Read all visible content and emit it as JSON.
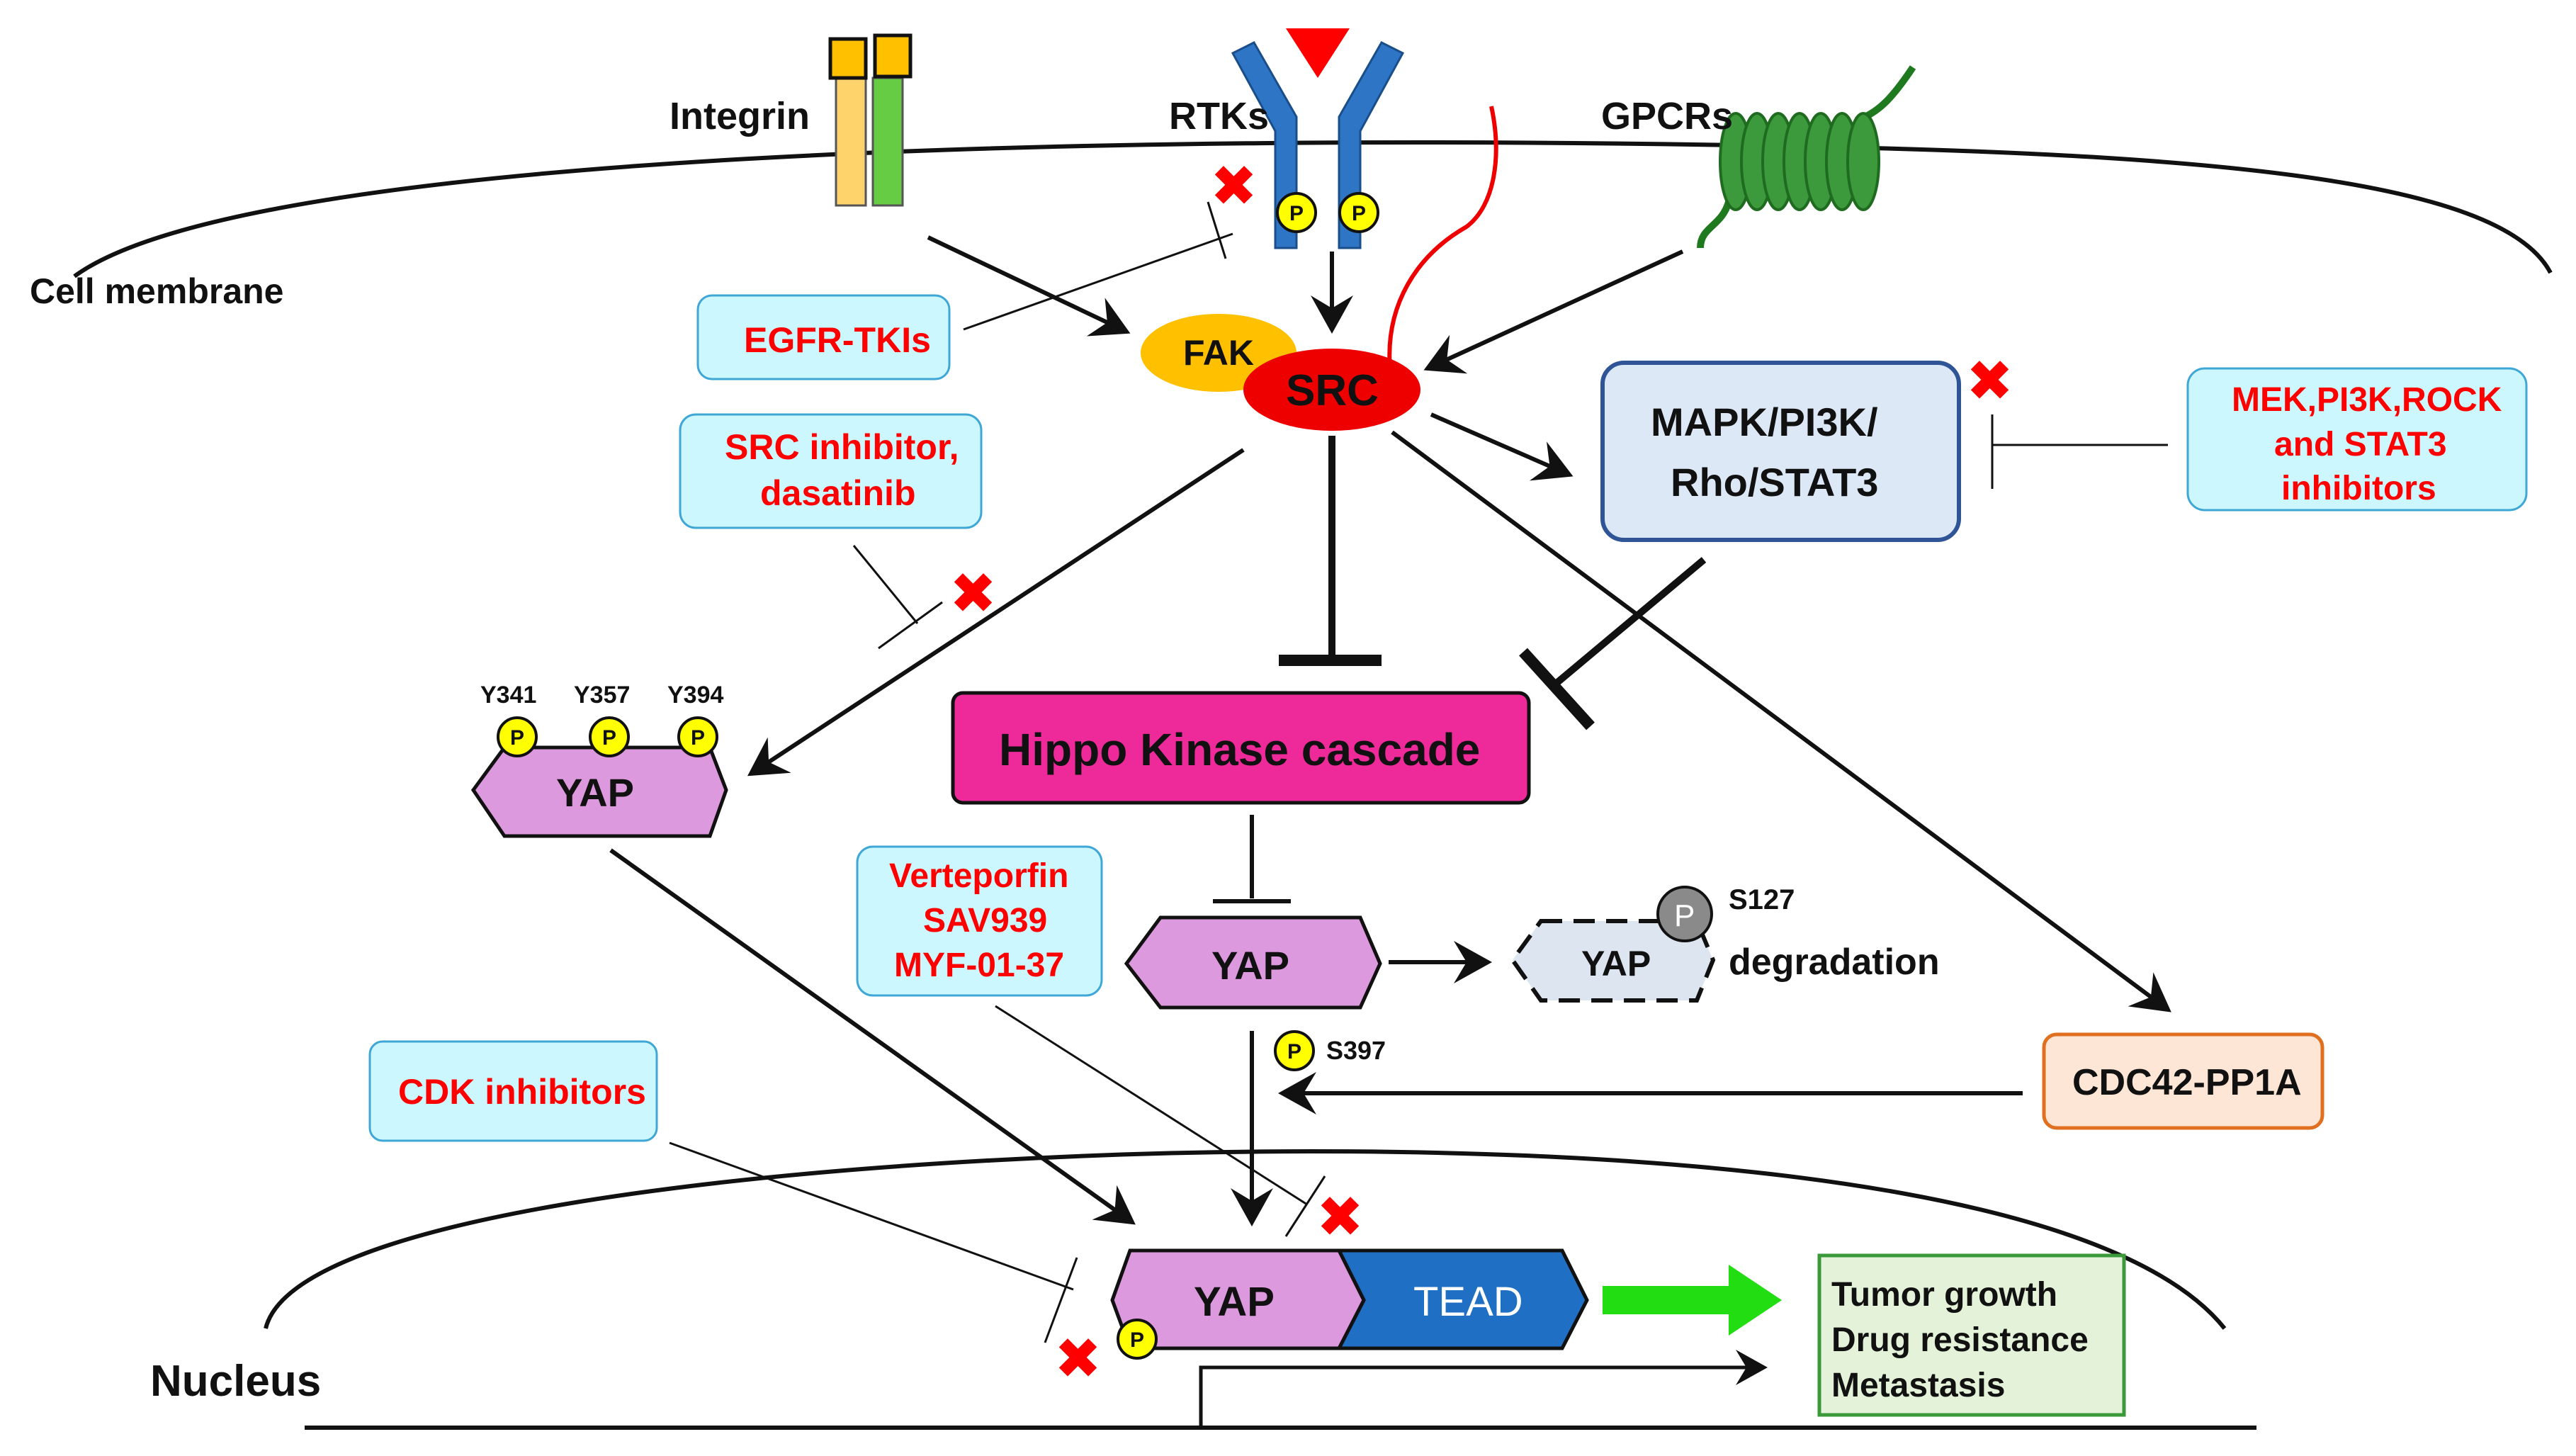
{
  "membrane": {
    "cell_label": "Cell membrane",
    "nucleus_label": "Nucleus"
  },
  "receptors": {
    "integrin": "Integrin",
    "rtks": "RTKs",
    "gpcrs": "GPCRs"
  },
  "kinases": {
    "fak": "FAK",
    "src": "SRC"
  },
  "pathways": {
    "mapk_line1": "MAPK/PI3K/",
    "mapk_line2": "Rho/STAT3",
    "hippo": "Hippo Kinase cascade",
    "cdc42": "CDC42-PP1A"
  },
  "yap": {
    "label": "YAP",
    "tyr_sites": [
      "Y341",
      "Y357",
      "Y394"
    ],
    "s127": "S127",
    "s397": "S397",
    "degradation": "degradation",
    "tead": "TEAD",
    "phospho": "P"
  },
  "inhibitors": {
    "egfr": "EGFR-TKIs",
    "src_line1": "SRC inhibitor,",
    "src_line2": "dasatinib",
    "mek_line1": "MEK,PI3K,ROCK",
    "mek_line2": "and STAT3",
    "mek_line3": "inhibitors",
    "vert_line1": "Verteporfin",
    "vert_line2": "SAV939",
    "vert_line3": "MYF-01-37",
    "cdk": "CDK inhibitors"
  },
  "outcomes": [
    "Tumor growth",
    "Drug resistance",
    "Metastasis"
  ],
  "colors": {
    "red_text": "#ff0000",
    "inhibitor_box": "#ccf7ff",
    "inhibitor_border": "#3fa7d6",
    "yap_fill": "#dd99dd",
    "hippo_fill": "#ee2a9a",
    "mapk_fill": "#dde8f6",
    "mapk_border": "#2f5597",
    "cdc42_fill": "#fde6d6",
    "cdc42_border": "#e07020",
    "tead_fill": "#1f6fc4",
    "outcome_fill": "#e3f2d8",
    "outcome_border": "#3a9a3a",
    "green_arrow": "#22dd11",
    "src_fill": "#ee0000",
    "fak_fill": "#ffc000",
    "phospho_fill": "#ffff00"
  }
}
